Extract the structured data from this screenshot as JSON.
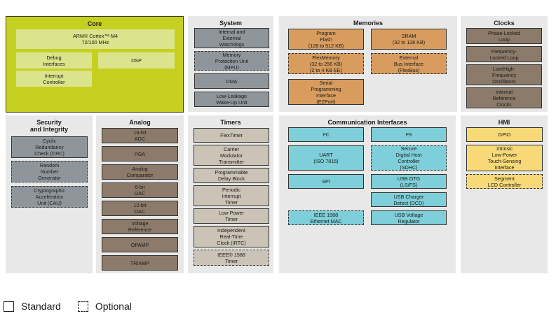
{
  "legend": {
    "standard": "Standard",
    "optional": "Optional"
  },
  "colors": {
    "core": "#c6d021",
    "system": "#8f969b",
    "memories": "#d89c5e",
    "clocks": "#8c7b6a",
    "analog": "#8c7b6a",
    "timers": "#cbc3b6",
    "communication": "#7ecfd9",
    "hmi": "#f7d978",
    "panel_bg": "#e7e8e7"
  },
  "core": {
    "title": "Core",
    "blocks": [
      {
        "label": "ARM® Cortex™-M4\n72/100 MHz",
        "type": "standard"
      },
      {
        "label": "Debug\nInterfaces",
        "type": "standard"
      },
      {
        "label": "DSP",
        "type": "standard"
      },
      {
        "label": "Interrupt\nController",
        "type": "standard"
      }
    ]
  },
  "system": {
    "title": "System",
    "blocks": [
      {
        "label": "Internal and\nExternal\nWatchdogs",
        "type": "standard"
      },
      {
        "label": "Memory\nProtection Unit\n(MPU)",
        "type": "optional"
      },
      {
        "label": "DMA",
        "type": "standard"
      },
      {
        "label": "Low-Leakage\nWake-Up Unit",
        "type": "standard"
      }
    ]
  },
  "memories": {
    "title": "Memories",
    "blocks": [
      {
        "label": "Program\nFlash\n(128 to 512 KB)",
        "type": "standard"
      },
      {
        "label": "SRAM\n(32 to 128 KB)",
        "type": "standard"
      },
      {
        "label": "FlexMemory\n(32 to 256 KB)\n(2 to 4 KB EE)",
        "type": "optional"
      },
      {
        "label": "External\nBus Interface\n(FlexBus)",
        "type": "optional"
      },
      {
        "label": "Serial\nProgramming\nInterface\n(EZPort)",
        "type": "standard"
      }
    ]
  },
  "clocks": {
    "title": "Clocks",
    "blocks": [
      {
        "label": "Phase-Locked\nLoop",
        "type": "standard"
      },
      {
        "label": "Frequency-\nLocked Loop",
        "type": "standard"
      },
      {
        "label": "Low/High-\nFrequency\nOscillators",
        "type": "standard"
      },
      {
        "label": "Internal\nReference\nClocks",
        "type": "standard"
      }
    ]
  },
  "security": {
    "title": "Security\nand Integrity",
    "blocks": [
      {
        "label": "Cyclic\nRedundancy\nCheck (CRC)",
        "type": "standard"
      },
      {
        "label": "Random\nNumber\nGenerator",
        "type": "optional"
      },
      {
        "label": "Cryptographic\nAcceleration\nUnit (CAU)",
        "type": "optional"
      }
    ]
  },
  "analog": {
    "title": "Analog",
    "blocks": [
      {
        "label": "16-bit\nADC",
        "type": "standard"
      },
      {
        "label": "PGA",
        "type": "standard"
      },
      {
        "label": "Analog\nComparator",
        "type": "standard"
      },
      {
        "label": "6-bit\nDAC",
        "type": "standard"
      },
      {
        "label": "12-bit\nDAC",
        "type": "standard"
      },
      {
        "label": "Voltage\nReference",
        "type": "standard"
      },
      {
        "label": "OPAMP",
        "type": "standard"
      },
      {
        "label": "TRIAMP",
        "type": "standard"
      }
    ]
  },
  "timers": {
    "title": "Timers",
    "blocks": [
      {
        "label": "FlexTimer",
        "type": "standard"
      },
      {
        "label": "Carrier\nModulator\nTransmitter",
        "type": "standard"
      },
      {
        "label": "Programmable\nDelay Block",
        "type": "standard"
      },
      {
        "label": "Periodic\nInterrupt\nTimer",
        "type": "standard"
      },
      {
        "label": "Low-Power\nTimer",
        "type": "standard"
      },
      {
        "label": "Independent\nReal-Time\nClock (IRTC)",
        "type": "standard"
      },
      {
        "label": "IEEE® 1588\nTimer",
        "type": "optional"
      }
    ]
  },
  "communication": {
    "title": "Communication Interfaces",
    "blocks": [
      {
        "label": "I²C",
        "type": "standard"
      },
      {
        "label": "I²S",
        "type": "standard"
      },
      {
        "label": "UART\n(ISO 7816)",
        "type": "standard"
      },
      {
        "label": "Secure\nDigital Host\nController\n(SDHC)",
        "type": "optional"
      },
      {
        "label": "SPI",
        "type": "standard"
      },
      {
        "label": "USB OTG\n(LS/FS)",
        "type": "standard"
      },
      {
        "label": "USB Charger\nDetect (DCD)",
        "type": "standard"
      },
      {
        "label": "IEEE 1588\nEthernet MAC",
        "type": "optional"
      },
      {
        "label": "USB Voltage\nRegulator",
        "type": "standard"
      }
    ]
  },
  "hmi": {
    "title": "HMI",
    "blocks": [
      {
        "label": "GPIO",
        "type": "standard"
      },
      {
        "label": "Xtrinsic\nLow-Power\nTouch-Sensing\nInterface",
        "type": "standard"
      },
      {
        "label": "Segment\nLCD Controller",
        "type": "optional"
      }
    ]
  }
}
